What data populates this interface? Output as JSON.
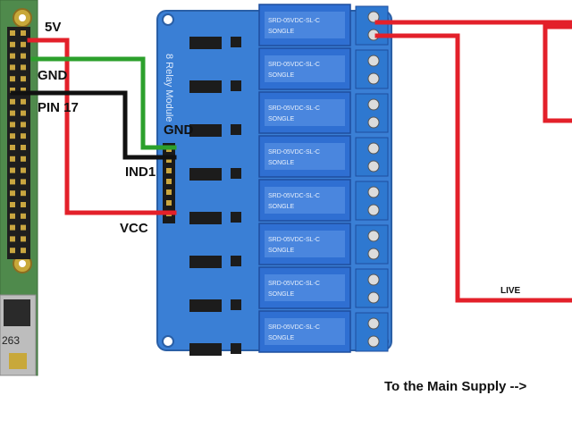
{
  "labels": {
    "five_v": "5V",
    "gnd_pi": "GND",
    "pin17": "PIN 17",
    "gnd_relay": "GND",
    "ind1": "IND1",
    "vcc": "VCC",
    "live": "LIVE",
    "main_supply": "To the Main Supply -->"
  },
  "pi_board": {
    "chip_text": "263"
  },
  "relay_module": {
    "silkscreen": "8 Relay Module",
    "relay_count": 8,
    "relay_brand": "SONGLE",
    "relay_model": "SRD-05VDC-SL-C"
  },
  "wires": {
    "red": "#e3202a",
    "green": "#2ca02c",
    "black": "#111111"
  },
  "colors": {
    "relay_board": "#3b7fd6",
    "relay_body": "#2f6fd2",
    "pi_board": "#4e8a4a",
    "header": "#202020"
  }
}
